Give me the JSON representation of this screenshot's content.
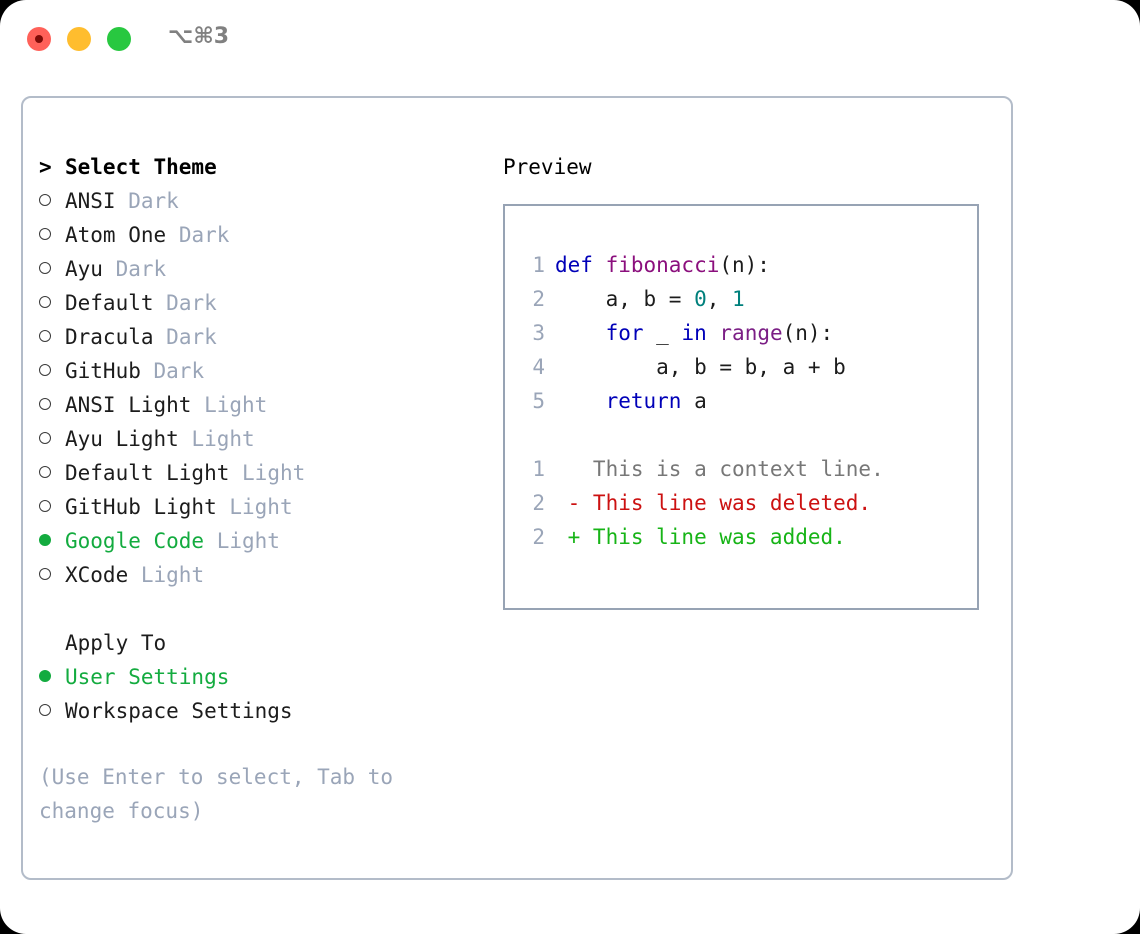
{
  "window": {
    "shortcut_label": "⌥⌘3",
    "traffic_lights": {
      "close": "close-button",
      "minimize": "minimize-button",
      "maximize": "maximize-button"
    }
  },
  "theme_panel": {
    "title": "Select Theme",
    "title_marker": ">",
    "items": [
      {
        "marker": "off",
        "name": "ANSI",
        "kind": "Dark",
        "selected": false
      },
      {
        "marker": "off",
        "name": "Atom One",
        "kind": "Dark",
        "selected": false
      },
      {
        "marker": "off",
        "name": "Ayu",
        "kind": "Dark",
        "selected": false
      },
      {
        "marker": "off",
        "name": "Default",
        "kind": "Dark",
        "selected": false
      },
      {
        "marker": "off",
        "name": "Dracula",
        "kind": "Dark",
        "selected": false
      },
      {
        "marker": "off",
        "name": "GitHub",
        "kind": "Dark",
        "selected": false
      },
      {
        "marker": "off",
        "name": "ANSI Light",
        "kind": "Light",
        "selected": false
      },
      {
        "marker": "off",
        "name": "Ayu Light",
        "kind": "Light",
        "selected": false
      },
      {
        "marker": "off",
        "name": "Default Light",
        "kind": "Light",
        "selected": false
      },
      {
        "marker": "off",
        "name": "GitHub Light",
        "kind": "Light",
        "selected": false
      },
      {
        "marker": "on",
        "name": "Google Code",
        "kind": "Light",
        "selected": true
      },
      {
        "marker": "off",
        "name": "XCode",
        "kind": "Light",
        "selected": false
      }
    ]
  },
  "apply_to": {
    "heading": "Apply To",
    "options": [
      {
        "marker": "on",
        "label": "User Settings",
        "selected": true
      },
      {
        "marker": "off",
        "label": "Workspace Settings",
        "selected": false
      }
    ]
  },
  "hint": "(Use Enter to select, Tab to change focus)",
  "preview": {
    "label": "Preview",
    "code_lines": [
      {
        "no": "1",
        "tokens": [
          {
            "t": "def ",
            "c": "k"
          },
          {
            "t": "fibonacci",
            "c": "fn"
          },
          {
            "t": "(n):",
            "c": "pl"
          }
        ]
      },
      {
        "no": "2",
        "tokens": [
          {
            "t": "    a, b = ",
            "c": "pl"
          },
          {
            "t": "0",
            "c": "num"
          },
          {
            "t": ", ",
            "c": "pl"
          },
          {
            "t": "1",
            "c": "num"
          }
        ]
      },
      {
        "no": "3",
        "tokens": [
          {
            "t": "    ",
            "c": "pl"
          },
          {
            "t": "for",
            "c": "k"
          },
          {
            "t": " _ ",
            "c": "pl"
          },
          {
            "t": "in",
            "c": "k"
          },
          {
            "t": " ",
            "c": "pl"
          },
          {
            "t": "range",
            "c": "p"
          },
          {
            "t": "(n):",
            "c": "pl"
          }
        ]
      },
      {
        "no": "4",
        "tokens": [
          {
            "t": "        a, b = b, a + b",
            "c": "pl"
          }
        ]
      },
      {
        "no": "5",
        "tokens": [
          {
            "t": "    ",
            "c": "pl"
          },
          {
            "t": "return",
            "c": "k"
          },
          {
            "t": " a",
            "c": "pl"
          }
        ]
      }
    ],
    "diff_lines": [
      {
        "no": "1",
        "tokens": [
          {
            "t": "   This is a context line.",
            "c": "ctx"
          }
        ]
      },
      {
        "no": "2",
        "tokens": [
          {
            "t": " - This line was deleted.",
            "c": "del"
          }
        ]
      },
      {
        "no": "2",
        "tokens": [
          {
            "t": " + This line was added.",
            "c": "add"
          }
        ]
      }
    ]
  },
  "colors": {
    "accent_green": "#13ab3f",
    "muted": "#9aa5b8",
    "panel_border": "#b3bcc9",
    "code_border": "#97a3b4",
    "keyword": "#0000b8",
    "function": "#8b0f7d",
    "builtin": "#7b1e85",
    "number": "#00807c",
    "diff_add": "#17b417",
    "diff_del": "#cc1111",
    "diff_ctx": "#777777",
    "traffic_close": "#ff6159",
    "traffic_min": "#ffbd2e",
    "traffic_max": "#28c840"
  }
}
